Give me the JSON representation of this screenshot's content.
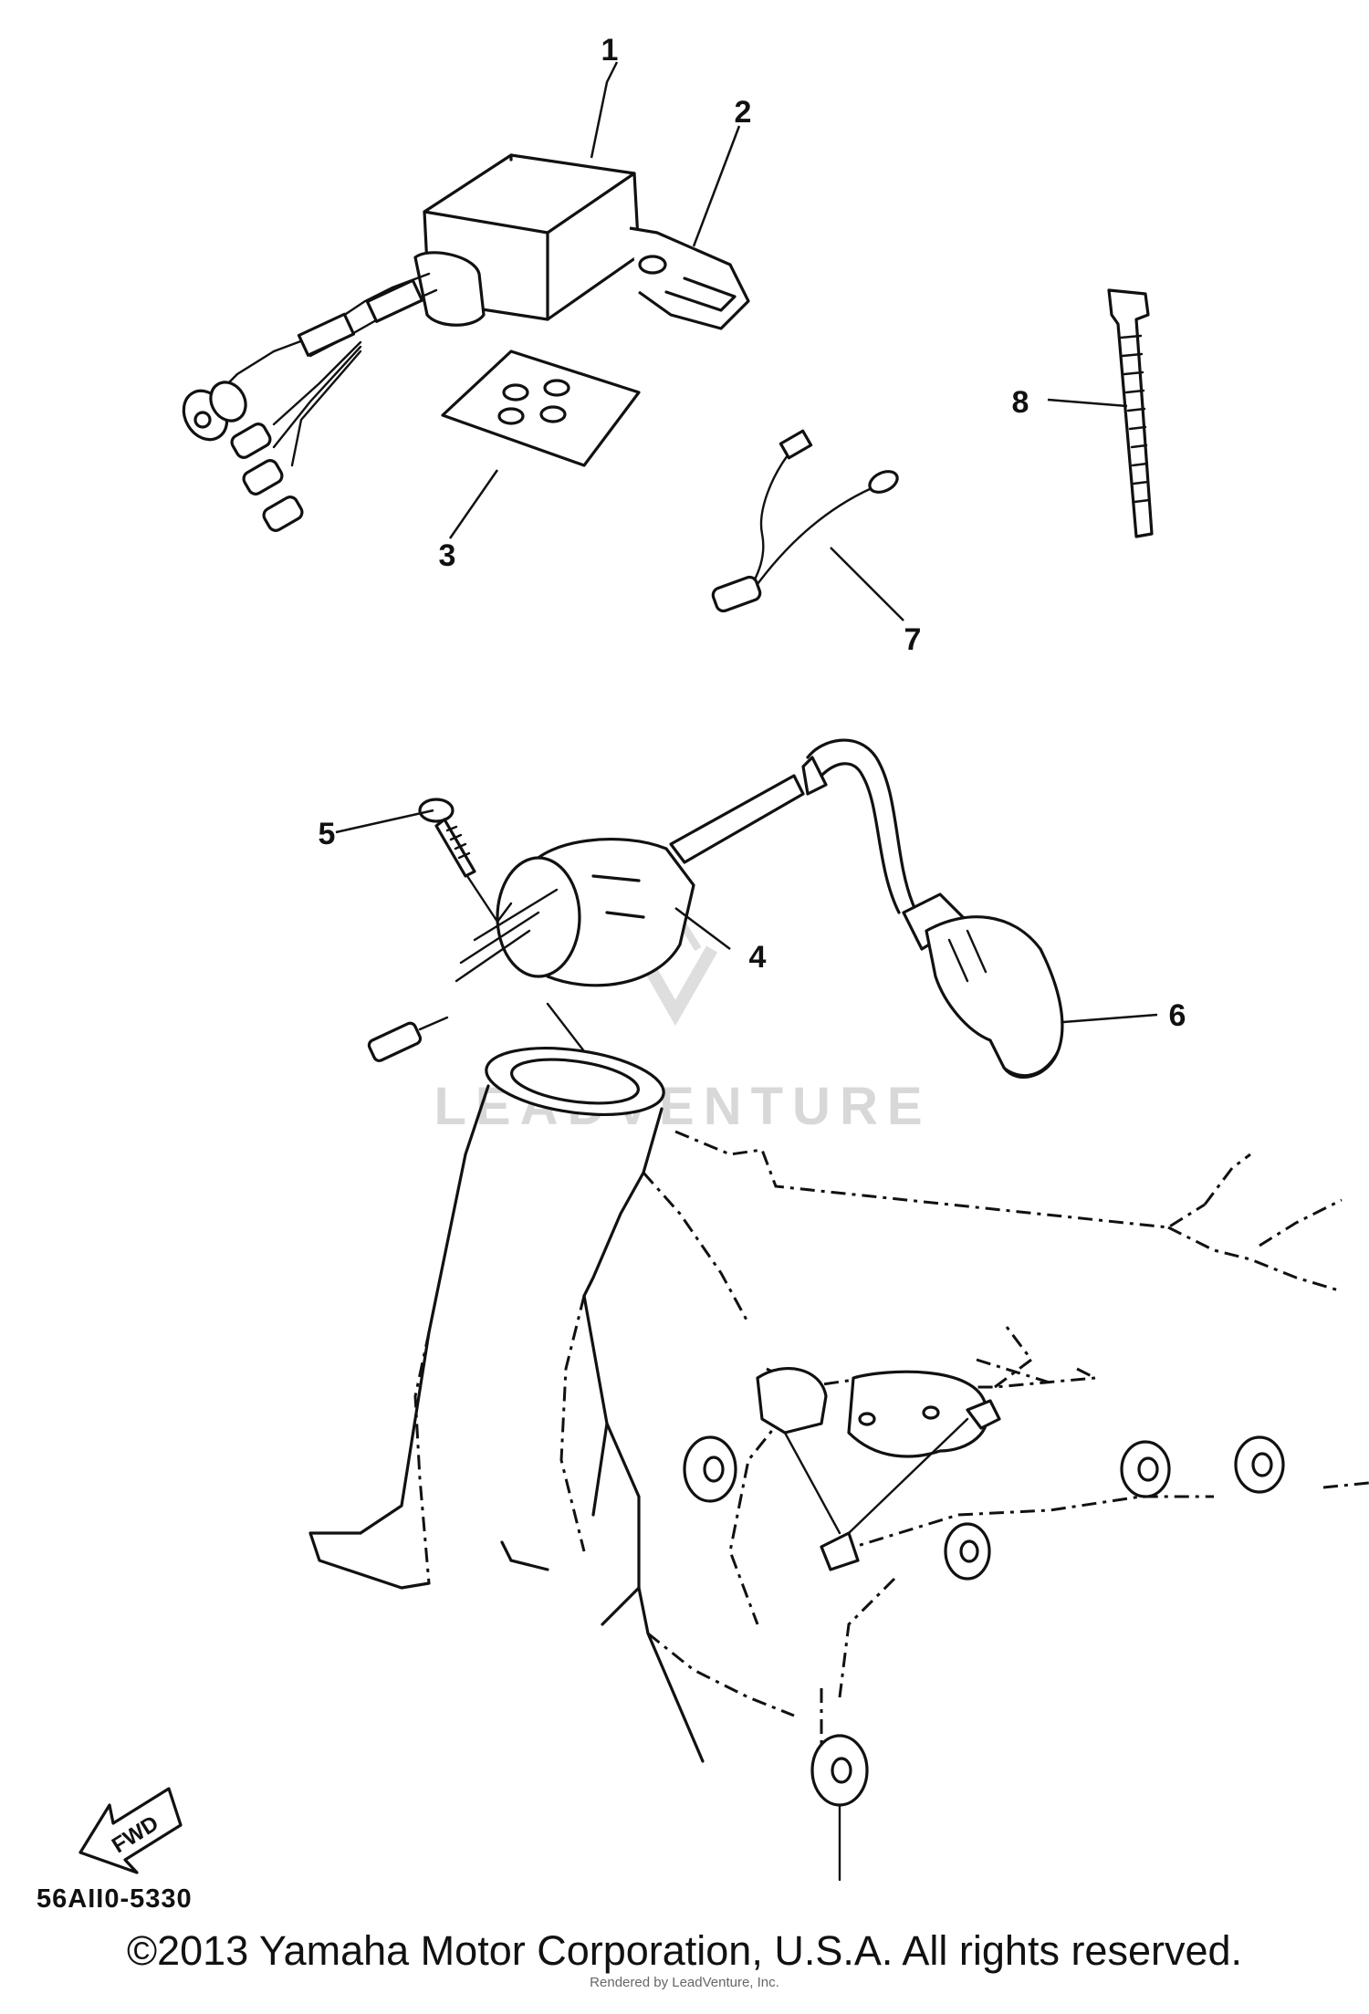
{
  "diagram": {
    "callouts": [
      "1",
      "2",
      "3",
      "4",
      "5",
      "6",
      "7",
      "8"
    ],
    "drawing_code": "56AII0-5330",
    "fwd_label": "FWD",
    "watermark": "LEADVENTURE"
  },
  "footer": {
    "copyright": "©2013 Yamaha Motor Corporation, U.S.A. All rights reserved.",
    "rendered_by": "Rendered by LeadVenture, Inc."
  }
}
